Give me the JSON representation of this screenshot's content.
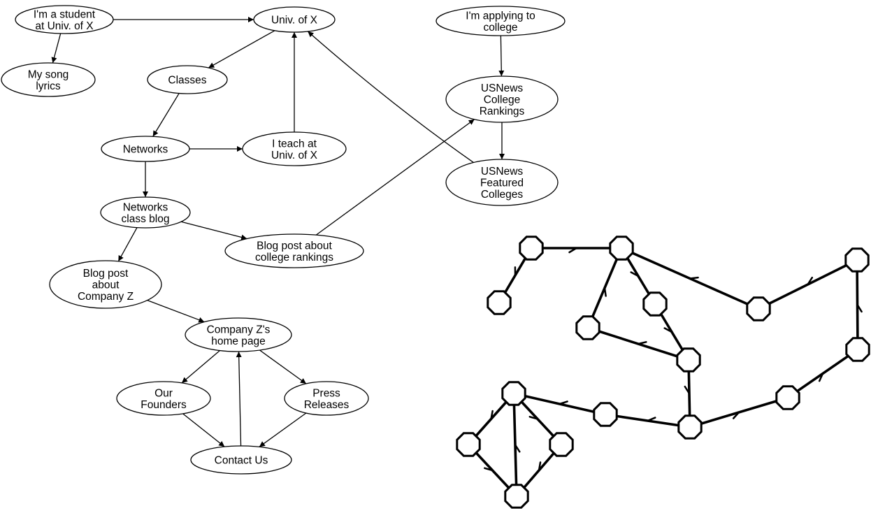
{
  "web_graph": {
    "nodes": [
      {
        "id": "student",
        "lines": [
          "I'm a student",
          "at Univ. of X"
        ]
      },
      {
        "id": "univx",
        "lines": [
          "Univ. of X"
        ]
      },
      {
        "id": "applying",
        "lines": [
          "I'm applying to",
          "college"
        ]
      },
      {
        "id": "song",
        "lines": [
          "My song",
          "lyrics"
        ]
      },
      {
        "id": "classes",
        "lines": [
          "Classes"
        ]
      },
      {
        "id": "usnews_rank",
        "lines": [
          "USNews",
          "College",
          "Rankings"
        ]
      },
      {
        "id": "networks",
        "lines": [
          "Networks"
        ]
      },
      {
        "id": "teach",
        "lines": [
          "I teach at",
          "Univ. of X"
        ]
      },
      {
        "id": "usnews_feat",
        "lines": [
          "USNews",
          "Featured",
          "Colleges"
        ]
      },
      {
        "id": "blog",
        "lines": [
          "Networks",
          "class blog"
        ]
      },
      {
        "id": "blog_rank",
        "lines": [
          "Blog post about",
          "college rankings"
        ]
      },
      {
        "id": "blog_z",
        "lines": [
          "Blog post",
          "about",
          "Company Z"
        ]
      },
      {
        "id": "z_home",
        "lines": [
          "Company Z's",
          "home page"
        ]
      },
      {
        "id": "founders",
        "lines": [
          "Our",
          "Founders"
        ]
      },
      {
        "id": "press",
        "lines": [
          "Press",
          "Releases"
        ]
      },
      {
        "id": "contact",
        "lines": [
          "Contact Us"
        ]
      }
    ],
    "edges": [
      {
        "from": "student",
        "to": "univx"
      },
      {
        "from": "student",
        "to": "song"
      },
      {
        "from": "univx",
        "to": "classes"
      },
      {
        "from": "classes",
        "to": "networks"
      },
      {
        "from": "networks",
        "to": "teach"
      },
      {
        "from": "teach",
        "to": "univx"
      },
      {
        "from": "networks",
        "to": "blog"
      },
      {
        "from": "blog",
        "to": "blog_rank"
      },
      {
        "from": "blog_rank",
        "to": "usnews_rank"
      },
      {
        "from": "applying",
        "to": "usnews_rank"
      },
      {
        "from": "usnews_rank",
        "to": "usnews_feat"
      },
      {
        "from": "usnews_feat",
        "to": "univx"
      },
      {
        "from": "blog",
        "to": "blog_z"
      },
      {
        "from": "blog_z",
        "to": "z_home"
      },
      {
        "from": "z_home",
        "to": "founders"
      },
      {
        "from": "z_home",
        "to": "press"
      },
      {
        "from": "founders",
        "to": "contact"
      },
      {
        "from": "press",
        "to": "contact"
      },
      {
        "from": "contact",
        "to": "z_home"
      }
    ]
  },
  "abstract_graph": {
    "node_count": 16,
    "edges": [
      [
        "a1",
        "a2"
      ],
      [
        "a1",
        "a3"
      ],
      [
        "a2",
        "a4"
      ],
      [
        "a4",
        "a6"
      ],
      [
        "a6",
        "a5"
      ],
      [
        "a5",
        "a2"
      ],
      [
        "a7",
        "a2"
      ],
      [
        "a8",
        "a7"
      ],
      [
        "a6",
        "a9"
      ],
      [
        "a9",
        "a10"
      ],
      [
        "a10",
        "a8"
      ],
      [
        "a9",
        "a12"
      ],
      [
        "a12",
        "a11"
      ],
      [
        "a11",
        "a13"
      ],
      [
        "a11",
        "a14"
      ],
      [
        "a13",
        "a15"
      ],
      [
        "a14",
        "a15"
      ],
      [
        "a15",
        "a11"
      ]
    ]
  },
  "colors": {
    "stroke": "#000000",
    "fill": "#ffffff"
  }
}
